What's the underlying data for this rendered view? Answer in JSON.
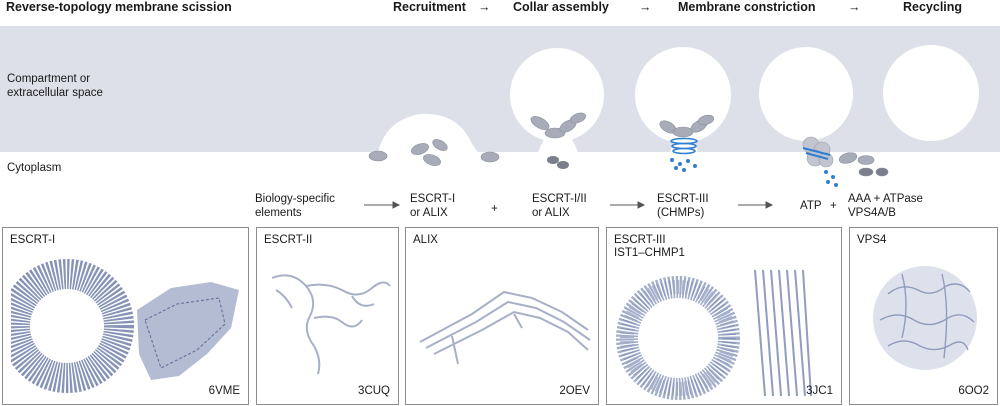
{
  "header": {
    "title": "Reverse-topology membrane scission",
    "steps": [
      "Recruitment",
      "Collar assembly",
      "Membrane constriction",
      "Recycling"
    ],
    "arrow": "→"
  },
  "regions": {
    "compartment": [
      "Compartment or",
      "extracellular space"
    ],
    "cytoplasm": "Cytoplasm"
  },
  "flow": {
    "biology_specific": [
      "Biology-specific",
      "elements"
    ],
    "escrt_i_alix": [
      "ESCRT-I",
      "or ALIX"
    ],
    "plus": "+",
    "escrt_i_ii_alix": [
      "ESCRT-I/II",
      "or ALIX"
    ],
    "escrt_iii": [
      "ESCRT-III",
      "(CHMPs)"
    ],
    "atp": "ATP",
    "aaa": [
      "AAA + ATPase",
      "VPS4A/B"
    ]
  },
  "panels": [
    {
      "title": "ESCRT-I",
      "title2": "",
      "pdb": "6VME"
    },
    {
      "title": "ESCRT-II",
      "title2": "",
      "pdb": "3CUQ"
    },
    {
      "title": "ALIX",
      "title2": "",
      "pdb": "2OEV"
    },
    {
      "title": "ESCRT-III",
      "title2": "IST1–CHMP1",
      "pdb": "3JC1"
    },
    {
      "title": "VPS4",
      "title2": "",
      "pdb": "6OO2"
    }
  ],
  "colors": {
    "membrane_band": "#dde0e8",
    "protein_grey": "#a8acb8",
    "protein_dark": "#7b7f8c",
    "escrt_iii_blue": "#2f7fd0",
    "structure_blue": "#6f7ea8"
  }
}
